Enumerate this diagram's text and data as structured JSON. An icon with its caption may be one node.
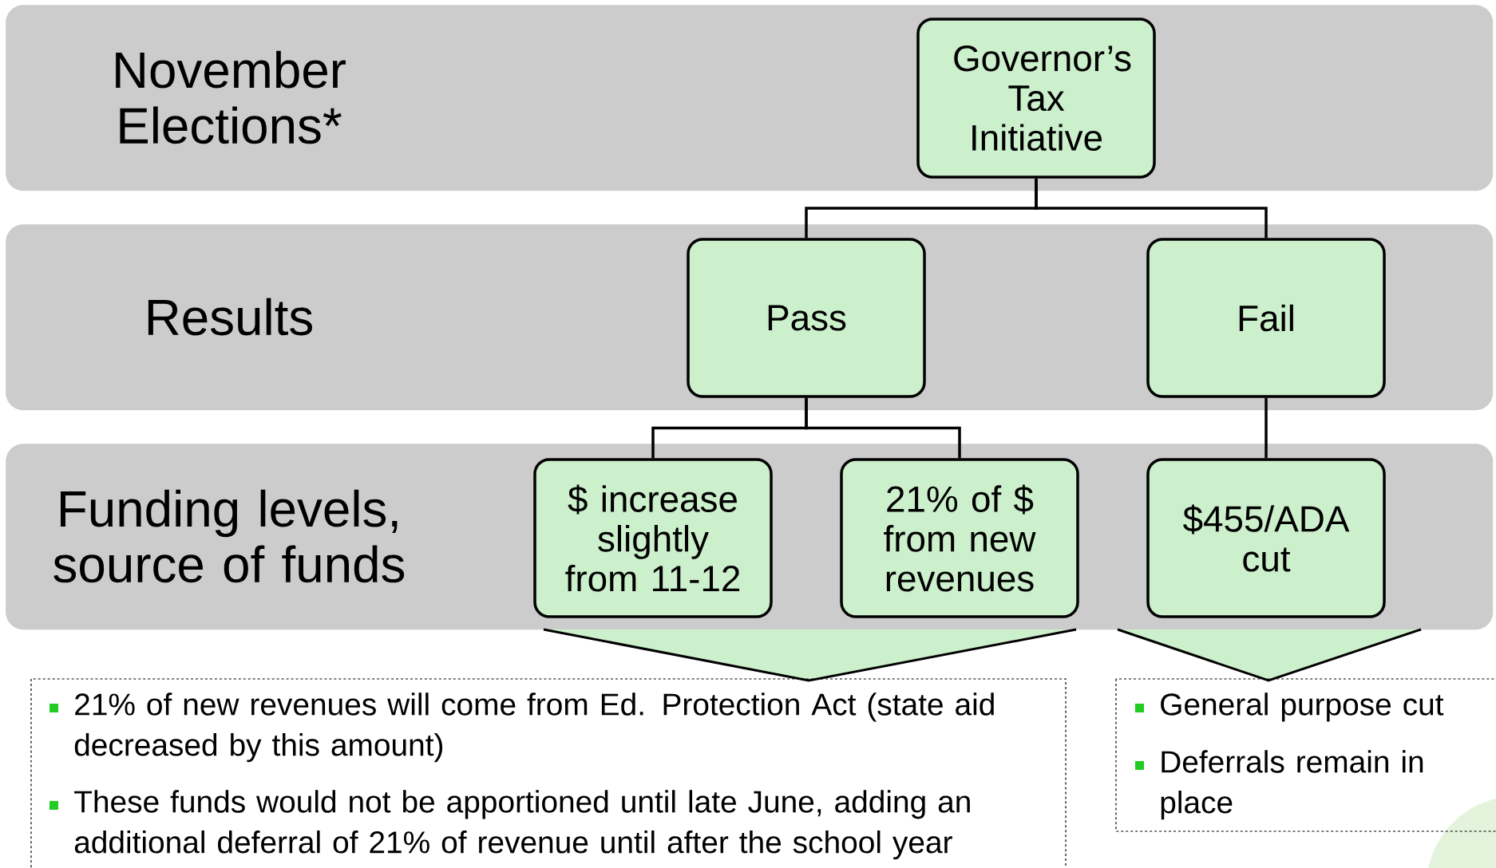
{
  "diagram": {
    "nodes": [
      {
        "text": [
          "November Elections*"
        ]
      },
      {
        "text": [
          "Governor’s Tax Initiative"
        ],
        "in": 0
      },
      {
        "text": [
          "Results"
        ]
      },
      {
        "text": [
          "Pass"
        ],
        "in": 2
      },
      {
        "text": [
          "Fail"
        ],
        "in": 2
      },
      {
        "text": [
          "Funding levels, source of funds"
        ]
      },
      {
        "text": [
          "$ increase slightly from 11-12"
        ],
        "in": 5
      },
      {
        "text": [
          "21% of $ from new revenues"
        ],
        "in": 5
      },
      {
        "text": [
          "$455/ADA cut"
        ],
        "in": 5
      },
      {
        "text": [
          "21% of new revenues will come from Ed. Protection Act (state aid decreased by this amount)",
          "These funds would not be apportioned until late June, adding an additional deferral of 21% of revenue until after the school year"
        ]
      },
      {
        "text": [
          "General purpose cut",
          "Deferrals remain in place"
        ]
      }
    ],
    "edges": [
      {
        "from": 1,
        "to": 3,
        "arrow": "none"
      },
      {
        "from": 1,
        "to": 4,
        "arrow": "none"
      },
      {
        "from": 3,
        "to": 6,
        "arrow": "none"
      },
      {
        "from": 3,
        "to": 7,
        "arrow": "none"
      },
      {
        "from": 4,
        "to": 8,
        "arrow": "none"
      }
    ]
  }
}
